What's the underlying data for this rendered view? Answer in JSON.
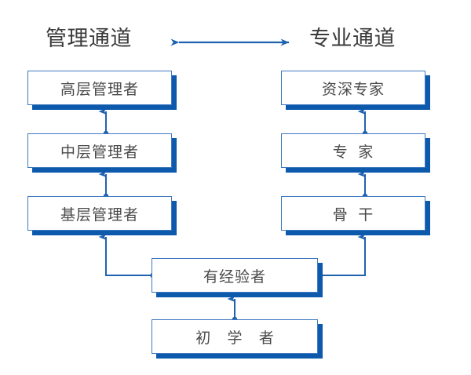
{
  "diagram": {
    "type": "career-path-dual-ladder",
    "title_left": "管理通道",
    "title_right": "专业通道",
    "arrow_between_titles": "double-headed-horizontal-arrow",
    "colors": {
      "box_border": "#3f78bf",
      "box_shadow": "#0d5aad",
      "connector": "#1f63b0",
      "title_text": "#3b3b3b",
      "node_text": "#4a4a4a",
      "background": "#ffffff"
    },
    "columns": [
      {
        "name": "management-track",
        "title": "管理通道",
        "levels": [
          {
            "id": "senior-manager",
            "label": "高层管理者",
            "rank": 3
          },
          {
            "id": "middle-manager",
            "label": "中层管理者",
            "rank": 2
          },
          {
            "id": "front-line-manager",
            "label": "基层管理者",
            "rank": 1
          }
        ]
      },
      {
        "name": "professional-track",
        "title": "专业通道",
        "levels": [
          {
            "id": "senior-expert",
            "label": "资深专家",
            "rank": 3
          },
          {
            "id": "expert",
            "label": "专  家",
            "rank": 2
          },
          {
            "id": "backbone",
            "label": "骨  干",
            "rank": 1
          }
        ]
      }
    ],
    "shared_levels": [
      {
        "id": "experienced",
        "label": "有经验者",
        "rank": 1
      },
      {
        "id": "beginner",
        "label": "初 学 者",
        "rank": 0
      }
    ],
    "connections": [
      {
        "from": "middle-manager",
        "to": "senior-manager",
        "style": "straight-up-arrow"
      },
      {
        "from": "front-line-manager",
        "to": "middle-manager",
        "style": "straight-up-arrow"
      },
      {
        "from": "expert",
        "to": "senior-expert",
        "style": "straight-up-arrow"
      },
      {
        "from": "backbone",
        "to": "expert",
        "style": "straight-up-arrow"
      },
      {
        "from": "experienced",
        "to": "front-line-manager",
        "style": "elbow-left-up-arrow"
      },
      {
        "from": "experienced",
        "to": "backbone",
        "style": "elbow-right-up-arrow"
      },
      {
        "from": "beginner",
        "to": "experienced",
        "style": "straight-up-arrow"
      }
    ]
  }
}
